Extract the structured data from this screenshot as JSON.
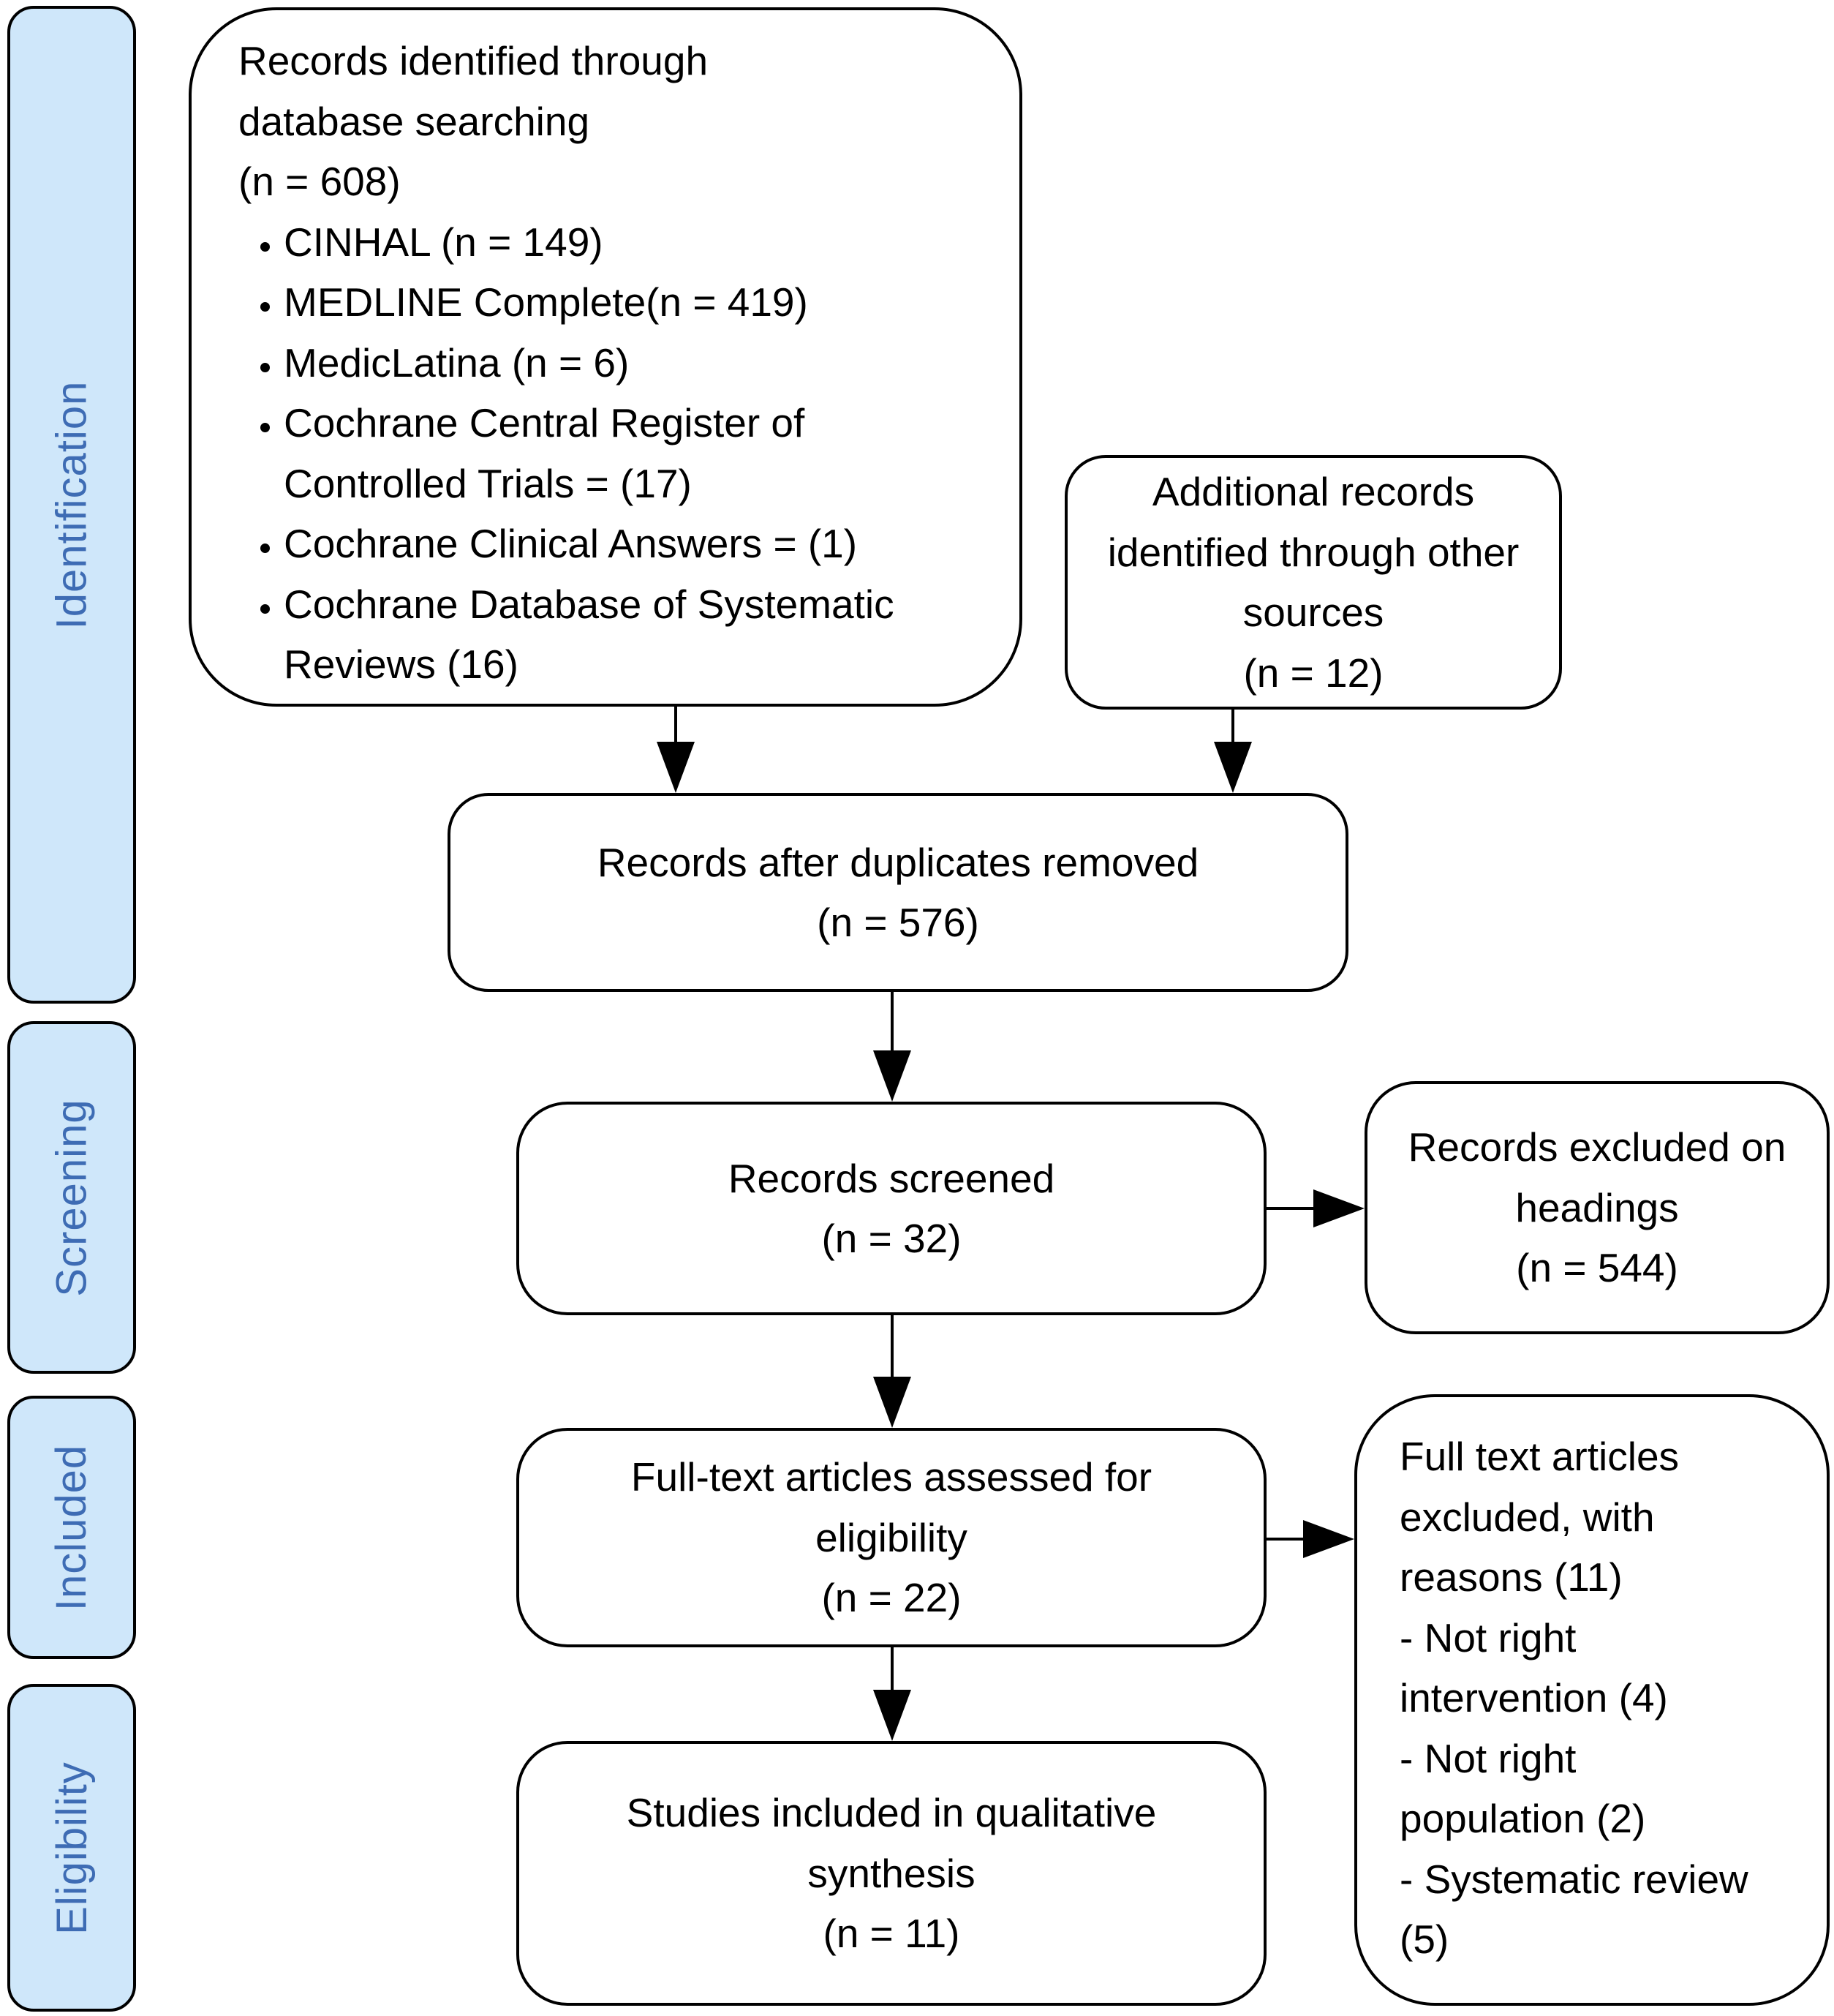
{
  "stages": [
    {
      "label": "Identification"
    },
    {
      "label": "Screening"
    },
    {
      "label": "Included"
    },
    {
      "label": "Eligibility"
    }
  ],
  "boxes": {
    "identified": {
      "title": "Records identified through database searching",
      "count": "(n = 608)",
      "items": [
        "CINHAL (n = 149)",
        "MEDLINE Complete(n = 419)",
        "MedicLatina (n = 6)",
        "Cochrane Central Register of Controlled Trials = (17)",
        "Cochrane Clinical Answers = (1)",
        "Cochrane Database of Systematic Reviews (16)"
      ]
    },
    "additional": {
      "label": "Additional records identified through other sources",
      "count": "(n = 12)"
    },
    "deduplicated": {
      "label": "Records after duplicates removed",
      "count": "(n = 576)"
    },
    "screened": {
      "label": "Records screened",
      "count": "(n = 32)"
    },
    "excluded_headings": {
      "label": "Records excluded on headings",
      "count": "(n = 544)"
    },
    "fulltext": {
      "label": "Full-text articles assessed for eligibility",
      "count": "(n = 22)"
    },
    "fulltext_excluded": {
      "label": "Full text articles excluded, with reasons (11)",
      "reasons": [
        "- Not right intervention (4)",
        "- Not right population (2)",
        "- Systematic review (5)"
      ]
    },
    "included_synthesis": {
      "label": "Studies included in qualitative synthesis",
      "count": "(n = 11)"
    }
  },
  "colors": {
    "stage_fill": "#cfe7fa",
    "stage_text": "#3e6cb4",
    "box_fill": "#ffffff",
    "box_border": "#000000",
    "arrow": "#000000"
  }
}
